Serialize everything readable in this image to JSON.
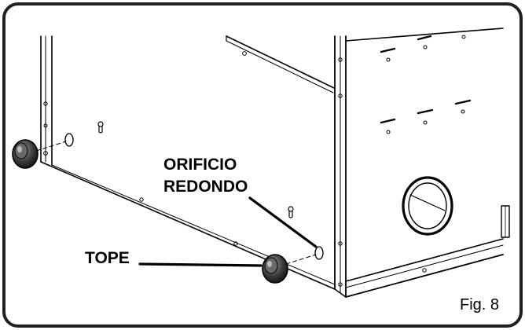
{
  "callouts": {
    "round_hole_line1": "ORIFICIO",
    "round_hole_line2": "REDONDO",
    "stop": "TOPE"
  },
  "figure": {
    "label": "Fig. 8"
  },
  "colors": {
    "ink": "#000000",
    "frame": "#231f20",
    "background": "#ffffff"
  }
}
